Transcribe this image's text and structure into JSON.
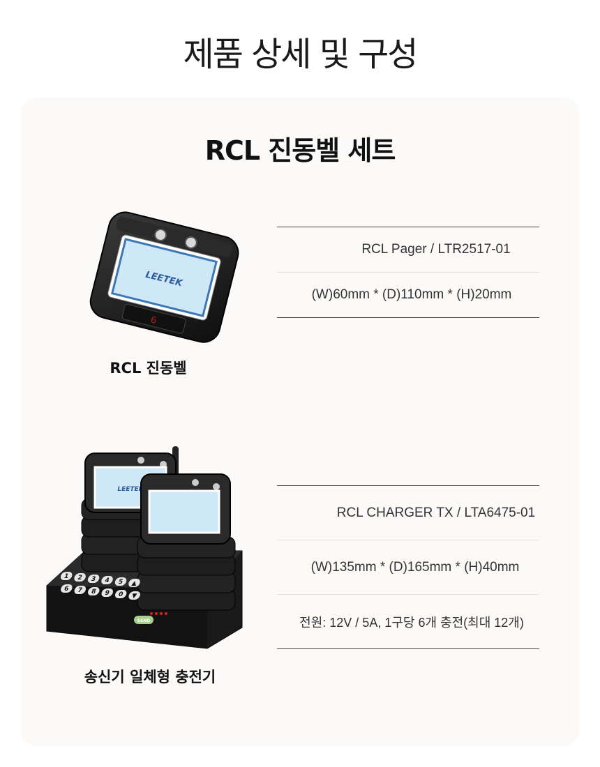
{
  "page": {
    "title": "제품 상세 및 구성",
    "set_title": "RCL 진동벨 세트"
  },
  "products": [
    {
      "caption": "RCL 진동벨",
      "device_brand": "LEETEK",
      "device_number": "6",
      "specs": [
        "RCL Pager / LTR2517-01",
        "(W)60mm * (D)110mm * (H)20mm"
      ]
    },
    {
      "caption": "송신기 일체형 충전기",
      "device_brand": "LEETEK",
      "keypad_keys": [
        "1",
        "2",
        "3",
        "4",
        "5",
        "▲",
        "6",
        "7",
        "8",
        "9",
        "0",
        "▼"
      ],
      "send_label": "SEND",
      "specs": [
        "RCL CHARGER TX / LTA6475-01",
        "(W)135mm * (D)165mm * (H)40mm",
        "전원: 12V / 5A, 1구당 6개 충전(최대 12개)"
      ]
    }
  ],
  "colors": {
    "card_bg": "#fcfaf8",
    "device_body": "#1c1c1c",
    "screen": "#cfe8f8",
    "send_button": "#a8d08d"
  }
}
